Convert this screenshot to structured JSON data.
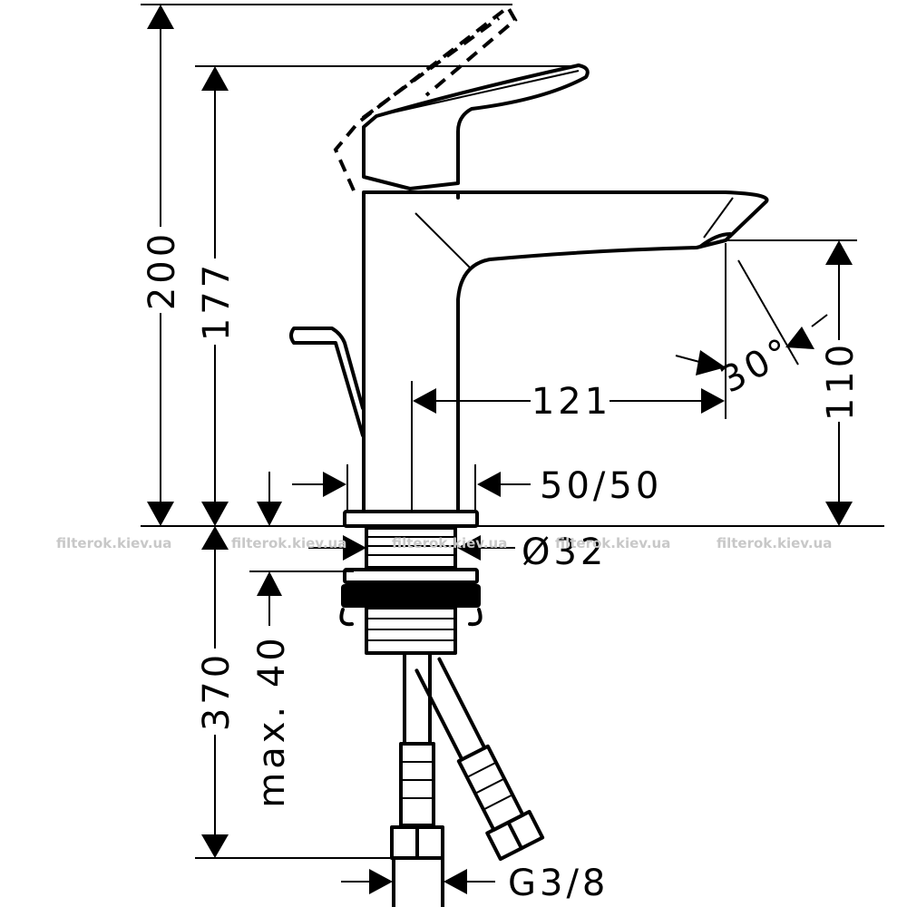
{
  "dimensions": {
    "total_height": "200",
    "body_height": "177",
    "spout_reach": "121",
    "spout_height": "110",
    "tilt_angle": "30°",
    "center_offset": "50/50",
    "hole_diameter": "Ø32",
    "below_deck": "370",
    "max_deck": "max. 40",
    "connection": "G3/8"
  },
  "watermark": {
    "text": "filterok.kiev.ua"
  },
  "colors": {
    "line": "#000000",
    "watermark": "#c8c8c8",
    "background": "#ffffff"
  }
}
